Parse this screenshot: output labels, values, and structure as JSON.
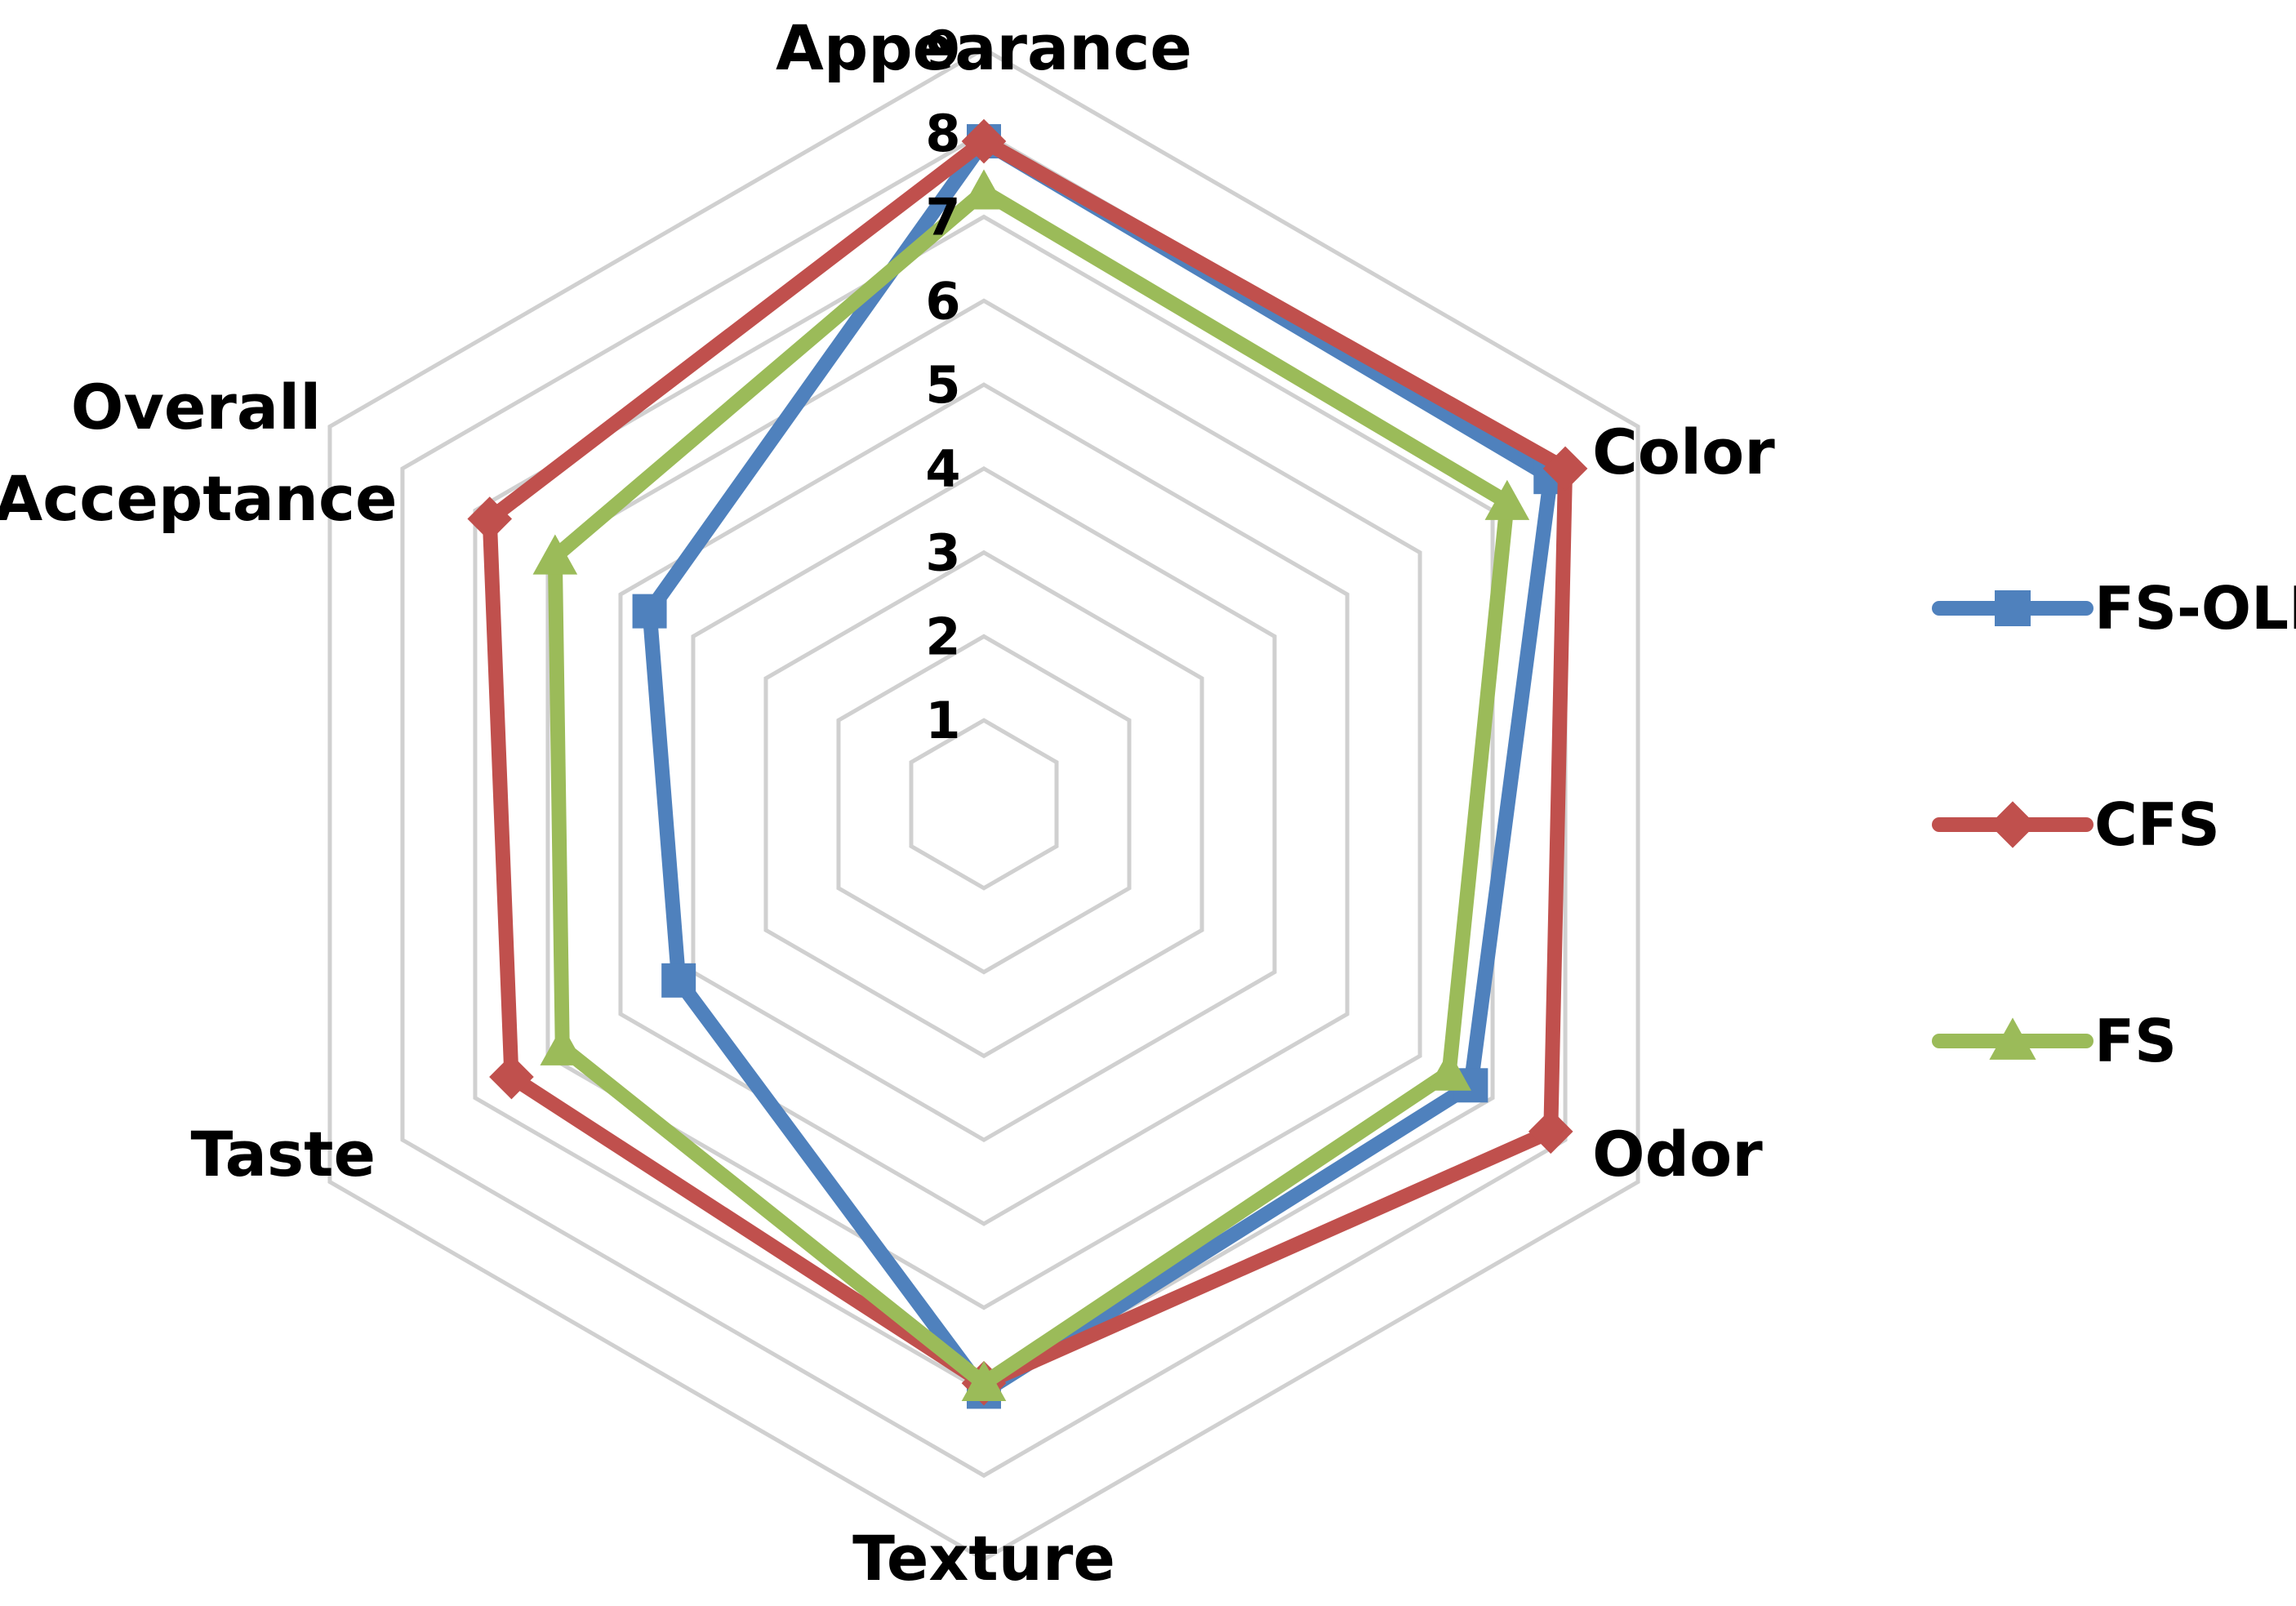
{
  "chart_data": {
    "type": "radar",
    "axes": [
      "Appearance",
      "Color",
      "Odor",
      "Texture",
      "Taste",
      "Overall Acceptance"
    ],
    "axis_label_lines": [
      [
        "Appearance"
      ],
      [
        "Color"
      ],
      [
        "Odor"
      ],
      [
        "Texture"
      ],
      [
        "Taste"
      ],
      [
        "Overall",
        "Acceptance"
      ]
    ],
    "r_range": [
      0,
      9
    ],
    "ticks": [
      1,
      2,
      3,
      4,
      5,
      6,
      7,
      8,
      9
    ],
    "grid": true,
    "legend_position": "right",
    "series": [
      {
        "name": "FS-OLE",
        "color": "#4F81BD",
        "marker": "square",
        "values": [
          7.9,
          7.8,
          6.7,
          7.0,
          4.2,
          4.6
        ]
      },
      {
        "name": "CFS",
        "color": "#C0504D",
        "marker": "diamond",
        "values": [
          7.9,
          8.0,
          7.8,
          6.9,
          6.5,
          6.8
        ]
      },
      {
        "name": "FS",
        "color": "#9BBB59",
        "marker": "triangle",
        "values": [
          7.3,
          7.2,
          6.4,
          6.9,
          5.8,
          5.9
        ]
      }
    ]
  }
}
